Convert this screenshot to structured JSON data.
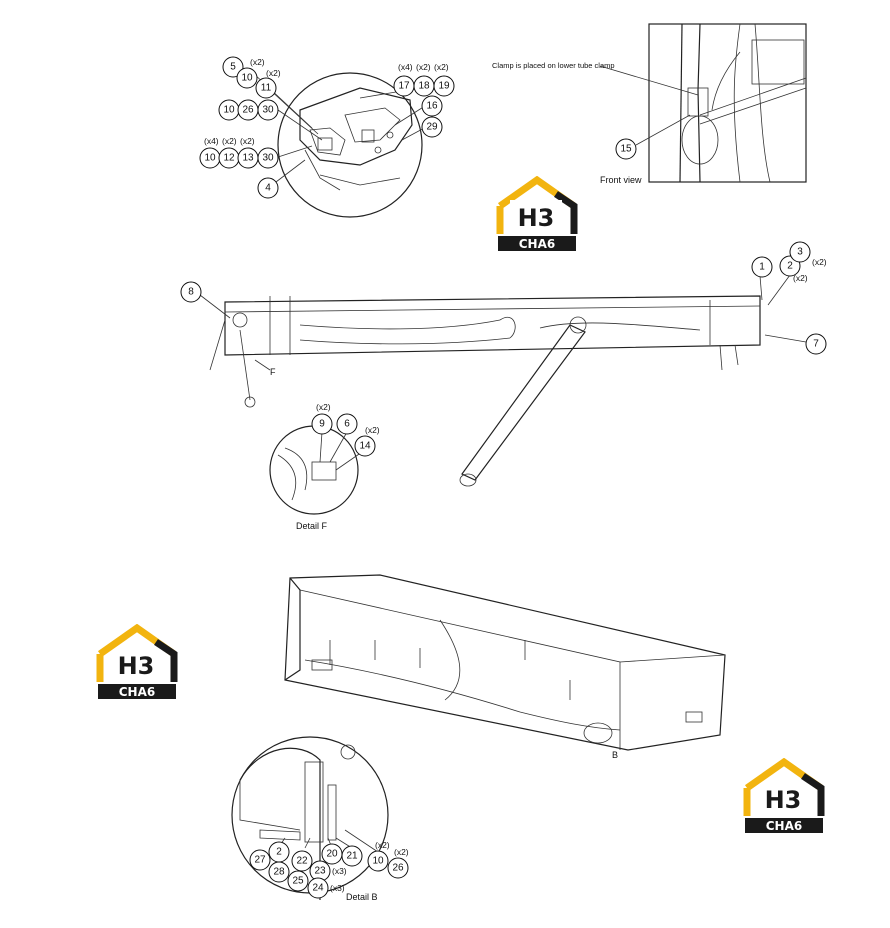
{
  "callouts": {
    "top_left": [
      {
        "n": "5"
      },
      {
        "n": "10"
      },
      {
        "n": "11"
      },
      {
        "n": "10"
      },
      {
        "n": "26"
      },
      {
        "n": "30"
      },
      {
        "n": "10"
      },
      {
        "n": "12"
      },
      {
        "n": "13"
      },
      {
        "n": "30"
      },
      {
        "n": "4"
      },
      {
        "n": "17"
      },
      {
        "n": "18"
      },
      {
        "n": "19"
      },
      {
        "n": "16"
      },
      {
        "n": "29"
      }
    ],
    "front": [
      {
        "n": "15"
      }
    ],
    "boom": [
      {
        "n": "8"
      },
      {
        "n": "1"
      },
      {
        "n": "2"
      },
      {
        "n": "3"
      },
      {
        "n": "7"
      }
    ],
    "detail_f": [
      {
        "n": "9"
      },
      {
        "n": "6"
      },
      {
        "n": "14"
      }
    ],
    "detail_b": [
      {
        "n": "27"
      },
      {
        "n": "2"
      },
      {
        "n": "28"
      },
      {
        "n": "22"
      },
      {
        "n": "25"
      },
      {
        "n": "23"
      },
      {
        "n": "20"
      },
      {
        "n": "21"
      },
      {
        "n": "24"
      },
      {
        "n": "10"
      },
      {
        "n": "26"
      }
    ]
  },
  "quantities": {
    "q_5_x2": "(x2)",
    "q_11_x2": "(x2)",
    "q_tl_x4": "(x4)",
    "q_tl_x2a": "(x2)",
    "q_tl_x2b": "(x2)",
    "q_tr_x4": "(x4)",
    "q_tr_x2a": "(x2)",
    "q_tr_x2b": "(x2)",
    "q_3_x2": "(x2)",
    "q_2_x2": "(x2)",
    "q_9_x2": "(x2)",
    "q_14_x2": "(x2)",
    "q_23_x3": "(x3)",
    "q_24_x3": "(x3)",
    "q_10_x2": "(x2)",
    "q_26_x2": "(x2)"
  },
  "labels": {
    "clamp_note": "Clamp is placed on lower tube clamp",
    "front_view": "Front view",
    "detail_f": "Detail F",
    "detail_b": "Detail B",
    "letter_f": "F",
    "letter_b": "B"
  },
  "logo": {
    "text_top": "H3",
    "text_bottom": "CHA6",
    "accent_color": "#f2b40f",
    "dark_color": "#1a1a1a"
  }
}
